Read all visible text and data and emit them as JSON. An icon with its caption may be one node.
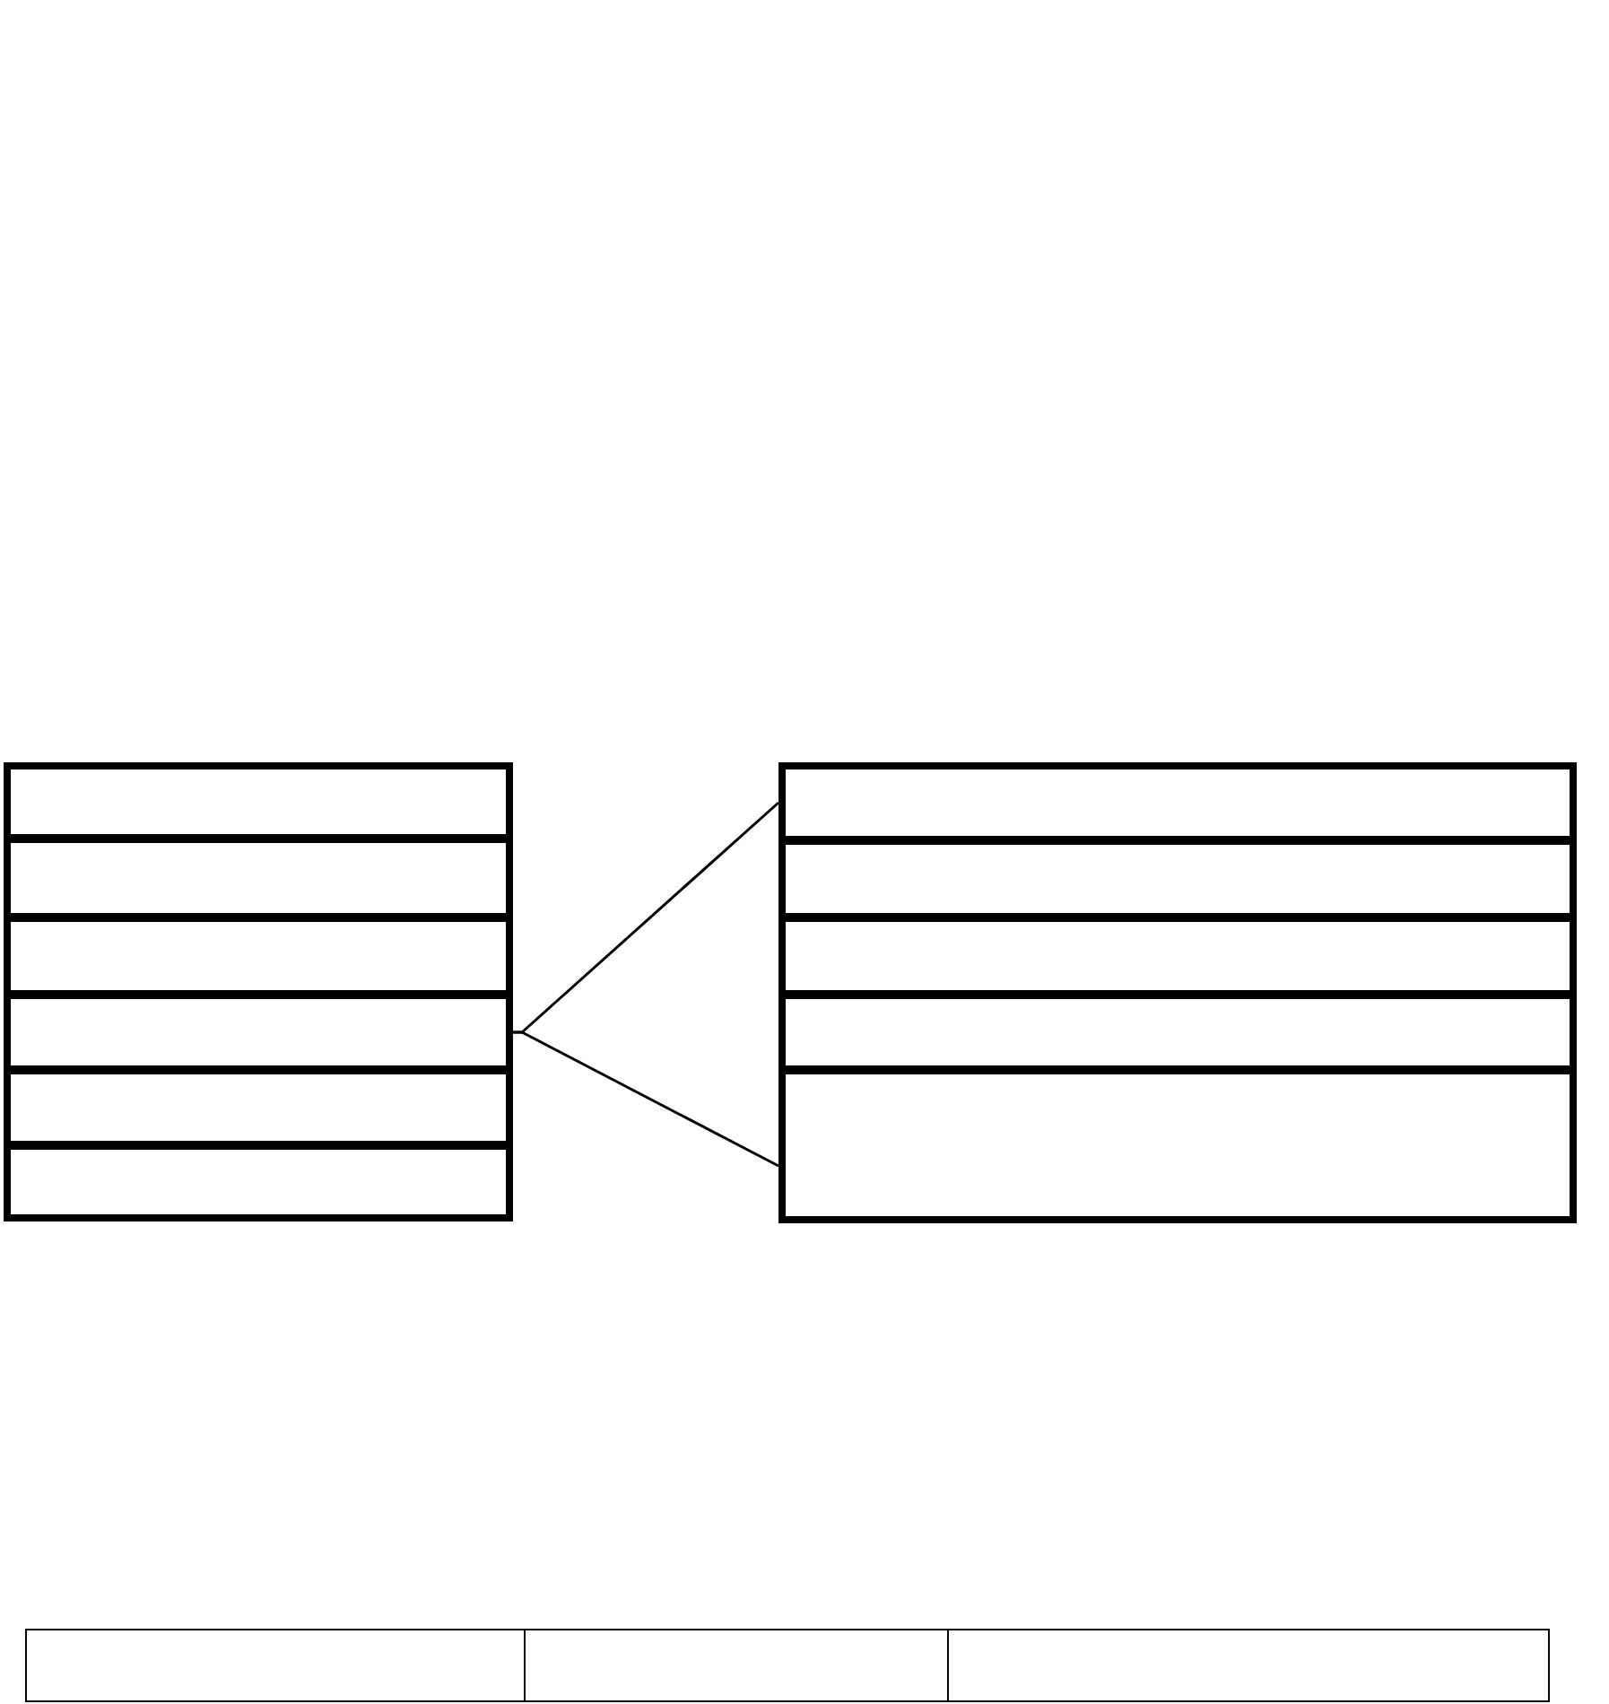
{
  "diagram": {
    "nodes": [
      {
        "text": [],
        "shape": "box"
      },
      {
        "text": [],
        "shape": "box"
      },
      {
        "text": [],
        "shape": "box"
      },
      {
        "text": [],
        "shape": "box"
      },
      {
        "text": [],
        "shape": "box"
      },
      {
        "text": [],
        "shape": "box"
      },
      {
        "text": [],
        "shape": "box"
      },
      {
        "text": [],
        "shape": "box"
      },
      {
        "text": [],
        "shape": "box"
      },
      {
        "text": [],
        "shape": "box"
      },
      {
        "text": [],
        "shape": "box"
      },
      {
        "text": [],
        "shape": "box"
      },
      {
        "text": [],
        "shape": "box"
      },
      {
        "text": [],
        "shape": "box"
      }
    ],
    "edges": [
      {
        "from": 3,
        "to": 6,
        "arrow": "none"
      },
      {
        "from": 3,
        "to": 10,
        "arrow": "none"
      }
    ]
  }
}
